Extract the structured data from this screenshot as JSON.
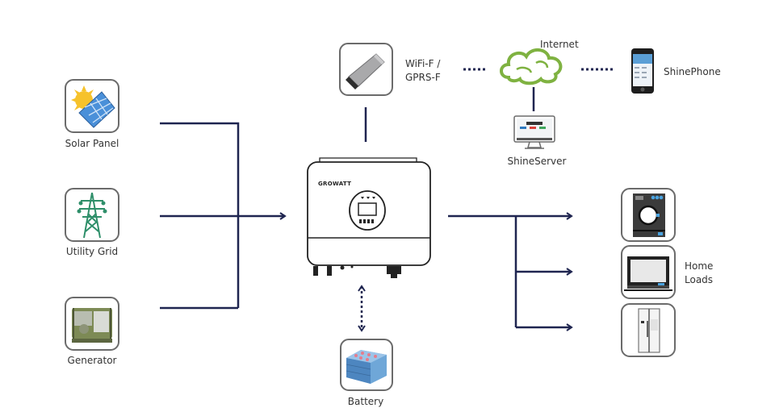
{
  "diagram": {
    "title": "Off-grid inverter system connection",
    "colors": {
      "wire": "#1f2550",
      "cloud": "#7fb241",
      "tower": "#2f8f6a"
    },
    "inputs": [
      {
        "label": "Solar Panel",
        "icon": "solar-panel-icon"
      },
      {
        "label": "Utility Grid",
        "icon": "transmission-tower-icon"
      },
      {
        "label": "Generator",
        "icon": "generator-icon"
      }
    ],
    "inverter": {
      "brand": "GROWATT",
      "icon": "inverter-icon"
    },
    "monitoring": {
      "module_label_line1": "WiFi-F /",
      "module_label_line2": "GPRS-F",
      "internet_label": "Internet",
      "phone_label": "ShinePhone",
      "server_label": "ShineServer"
    },
    "battery": {
      "label": "Battery",
      "icon": "battery-icon"
    },
    "loads": {
      "label_line1": "Home",
      "label_line2": "Loads",
      "items": [
        {
          "icon": "washing-machine-icon"
        },
        {
          "icon": "television-icon"
        },
        {
          "icon": "refrigerator-icon"
        }
      ]
    }
  }
}
